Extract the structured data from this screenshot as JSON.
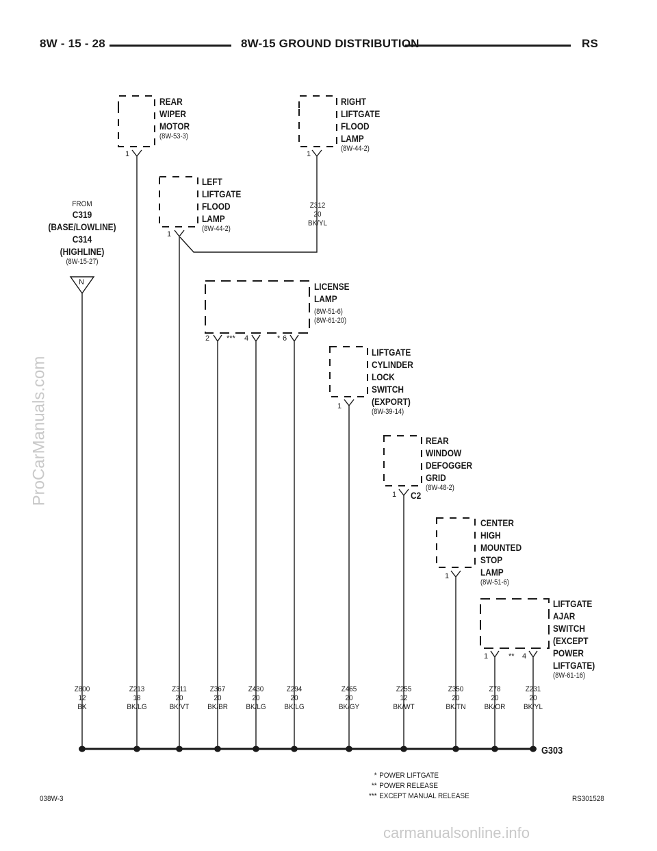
{
  "header": {
    "page": "8W - 15 - 28",
    "title": "8W-15 GROUND DISTRIBUTION",
    "code": "RS"
  },
  "from": {
    "label": "FROM",
    "lines": [
      "C319",
      "(BASE/LOWLINE)",
      "C314",
      "(HIGHLINE)"
    ],
    "ref": "(8W-15-27)",
    "connector": "N"
  },
  "components": {
    "rear_wiper_motor": {
      "lines": [
        "REAR",
        "WIPER",
        "MOTOR"
      ],
      "ref": "(8W-53-3)",
      "pin": "1"
    },
    "right_liftgate_flood_lamp": {
      "lines": [
        "RIGHT",
        "LIFTGATE",
        "FLOOD",
        "LAMP"
      ],
      "ref": "(8W-44-2)",
      "pin": "1"
    },
    "left_liftgate_flood_lamp": {
      "lines": [
        "LEFT",
        "LIFTGATE",
        "FLOOD",
        "LAMP"
      ],
      "ref": "(8W-44-2)",
      "pin": "1"
    },
    "license_lamp": {
      "lines": [
        "LICENSE",
        "LAMP"
      ],
      "refs": [
        "(8W-51-6)",
        "(8W-61-20)"
      ],
      "pins": [
        "2",
        "4",
        "6"
      ]
    },
    "liftgate_cylinder_lock_switch": {
      "lines": [
        "LIFTGATE",
        "CYLINDER",
        "LOCK",
        "SWITCH",
        "(EXPORT)"
      ],
      "ref": "(8W-39-14)",
      "pin": "1"
    },
    "rear_window_defogger_grid": {
      "lines": [
        "REAR",
        "WINDOW",
        "DEFOGGER",
        "GRID"
      ],
      "ref": "(8W-48-2)",
      "pin": "1",
      "connector": "C2"
    },
    "chmsl": {
      "lines": [
        "CENTER",
        "HIGH",
        "MOUNTED",
        "STOP",
        "LAMP"
      ],
      "ref": "(8W-51-6)",
      "pin": "1"
    },
    "liftgate_ajar_switch": {
      "lines": [
        "LIFTGATE",
        "AJAR",
        "SWITCH",
        "(EXCEPT",
        "POWER",
        "LIFTGATE)"
      ],
      "ref": "(8W-61-16)",
      "pins": [
        "1",
        "4"
      ]
    }
  },
  "z312": {
    "circuit": "Z312",
    "gauge": "20",
    "color": "BK/YL"
  },
  "wires": [
    {
      "circuit": "Z800",
      "gauge": "12",
      "color": "BK"
    },
    {
      "circuit": "Z213",
      "gauge": "18",
      "color": "BK/LG"
    },
    {
      "circuit": "Z311",
      "gauge": "20",
      "color": "BK/VT"
    },
    {
      "circuit": "Z367",
      "gauge": "20",
      "color": "BK/BR"
    },
    {
      "circuit": "Z430",
      "gauge": "20",
      "color": "BK/LG"
    },
    {
      "circuit": "Z294",
      "gauge": "20",
      "color": "BK/LG"
    },
    {
      "circuit": "Z465",
      "gauge": "20",
      "color": "BK/GY"
    },
    {
      "circuit": "Z255",
      "gauge": "12",
      "color": "BK/WT"
    },
    {
      "circuit": "Z350",
      "gauge": "20",
      "color": "BK/TN"
    },
    {
      "circuit": "Z78",
      "gauge": "20",
      "color": "BK/OR"
    },
    {
      "circuit": "Z231",
      "gauge": "20",
      "color": "BK/YL"
    }
  ],
  "ground": "G303",
  "legend": [
    {
      "symbol": "*",
      "text": "POWER LIFTGATE"
    },
    {
      "symbol": "**",
      "text": "POWER RELEASE"
    },
    {
      "symbol": "***",
      "text": "EXCEPT MANUAL RELEASE"
    }
  ],
  "footer": {
    "left": "038W-3",
    "right": "RS301528"
  },
  "watermarks": {
    "side": "ProCarManuals.com",
    "bottom": "carmanualsonline.info"
  }
}
